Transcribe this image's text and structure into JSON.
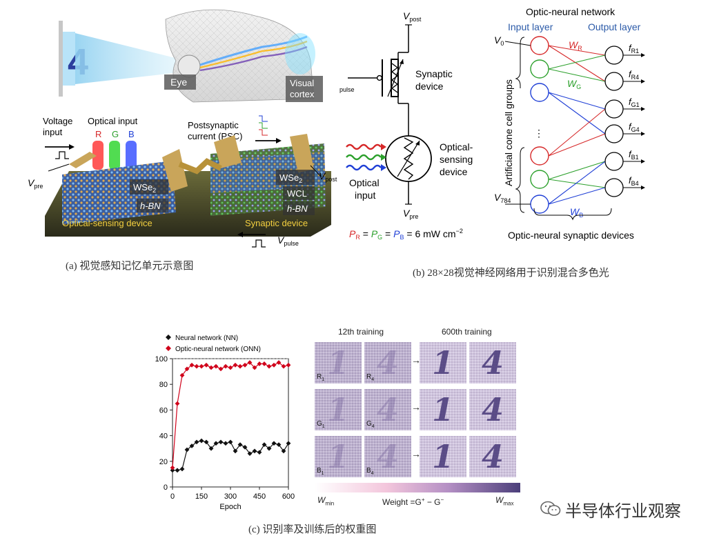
{
  "captions": {
    "a": "(a) 视觉感知记忆单元示意图",
    "b": "(b) 28×28视觉神经网络用于识别混合多色光",
    "c": "(c) 识别率及训练后的权重图"
  },
  "panel_a": {
    "digit": "4",
    "eye": "Eye",
    "visual_cortex_1": "Visual",
    "visual_cortex_2": "cortex",
    "voltage_input_1": "Voltage",
    "voltage_input_2": "input",
    "optical_input": "Optical input",
    "r": "R",
    "g": "G",
    "b": "B",
    "psc_1": "Postsynaptic",
    "psc_2": "current (PSC)",
    "v_pre": "V",
    "v_pre_sub": "pre",
    "v_post": "V",
    "v_post_sub": "post",
    "v_pulse": "V",
    "v_pulse_sub": "pulse",
    "wse2_left": "WSe",
    "wse2_left_sub": "2",
    "hbn_left": "h-BN",
    "wse2_right": "WSe",
    "wse2_right_sub": "2",
    "wcl": "WCL",
    "hbn_right": "h-BN",
    "optical_sensing_device": "Optical-sensing device",
    "synaptic_device": "Synaptic device"
  },
  "panel_b_circuit": {
    "v_post": "V",
    "v_post_sub": "post",
    "v_pulse_sub": "pulse",
    "synaptic_1": "Synaptic",
    "synaptic_2": "device",
    "optical_sensing_1": "Optical-",
    "optical_sensing_2": "sensing",
    "optical_sensing_3": "device",
    "optical_input_1": "Optical",
    "optical_input_2": "input",
    "v_pre": "V",
    "v_pre_sub": "pre",
    "power_r": "P",
    "power_r_sub": "R",
    "power_g": "P",
    "power_g_sub": "G",
    "power_b": "P",
    "power_b_sub": "B",
    "power_value": " = 6 mW cm",
    "power_exp": "−2"
  },
  "panel_b_network": {
    "title": "Optic-neural network",
    "input_layer": "Input layer",
    "output_layer": "Output layer",
    "v0": "V",
    "v0_sub": "0",
    "v784": "V",
    "v784_sub": "784",
    "cone_groups": "Artificial cone cell groups",
    "dots": "⋮",
    "wr": "W",
    "wr_sub": "R",
    "wg": "W",
    "wg_sub": "G",
    "wb": "W",
    "wb_sub": "B",
    "outputs": [
      {
        "f": "f",
        "sub": "R1"
      },
      {
        "f": "f",
        "sub": "R4"
      },
      {
        "f": "f",
        "sub": "G1"
      },
      {
        "f": "f",
        "sub": "G4"
      },
      {
        "f": "f",
        "sub": "B1"
      },
      {
        "f": "f",
        "sub": "B4"
      }
    ],
    "footer": "Optic-neural synaptic devices",
    "colors": {
      "red": "#d62728",
      "green": "#2ca02c",
      "blue": "#1f3fd6"
    }
  },
  "chart_data": {
    "type": "line",
    "xlabel": "Epoch",
    "ylabel": "",
    "xlim": [
      0,
      600
    ],
    "ylim": [
      0,
      100
    ],
    "xticks": [
      0,
      150,
      300,
      450,
      600
    ],
    "yticks": [
      0,
      20,
      40,
      60,
      80,
      100
    ],
    "reference_line": 100,
    "grid": false,
    "legend_position": "top-left",
    "series": [
      {
        "name": "Neural network (NN)",
        "color": "#111111",
        "marker": "diamond",
        "x": [
          0,
          25,
          50,
          75,
          100,
          125,
          150,
          175,
          200,
          225,
          250,
          275,
          300,
          325,
          350,
          375,
          400,
          425,
          450,
          475,
          500,
          525,
          550,
          575,
          600
        ],
        "values": [
          13,
          13,
          14,
          29,
          32,
          35,
          36,
          35,
          30,
          34,
          35,
          34,
          35,
          28,
          33,
          31,
          26,
          28,
          27,
          33,
          30,
          34,
          33,
          28,
          34
        ]
      },
      {
        "name": "Optic-neural network (ONN)",
        "color": "#d0021b",
        "marker": "diamond",
        "x": [
          0,
          25,
          50,
          75,
          100,
          125,
          150,
          175,
          200,
          225,
          250,
          275,
          300,
          325,
          350,
          375,
          400,
          425,
          450,
          475,
          500,
          525,
          550,
          575,
          600
        ],
        "values": [
          15,
          65,
          87,
          92,
          95,
          94,
          94,
          95,
          93,
          94,
          92,
          94,
          93,
          95,
          94,
          95,
          97,
          93,
          96,
          96,
          94,
          95,
          97,
          94,
          95
        ]
      }
    ]
  },
  "panel_c_weights": {
    "header_12": "12th training",
    "header_600": "600th training",
    "rows": [
      {
        "label_1": "R",
        "sub_1": "1",
        "label_4": "R",
        "sub_4": "4"
      },
      {
        "label_1": "G",
        "sub_1": "1",
        "label_4": "G",
        "sub_4": "4"
      },
      {
        "label_1": "B",
        "sub_1": "1",
        "label_4": "B",
        "sub_4": "4"
      }
    ],
    "digit_1": "1",
    "digit_4": "4",
    "arrow": "→",
    "scale_min": "W",
    "scale_min_sub": "min",
    "scale_label": "Weight =G",
    "scale_label_sup1": "+",
    "scale_label_mid": " − G",
    "scale_label_sup2": "−",
    "scale_max": "W",
    "scale_max_sub": "max"
  },
  "watermark": {
    "text": "半导体行业观察"
  }
}
